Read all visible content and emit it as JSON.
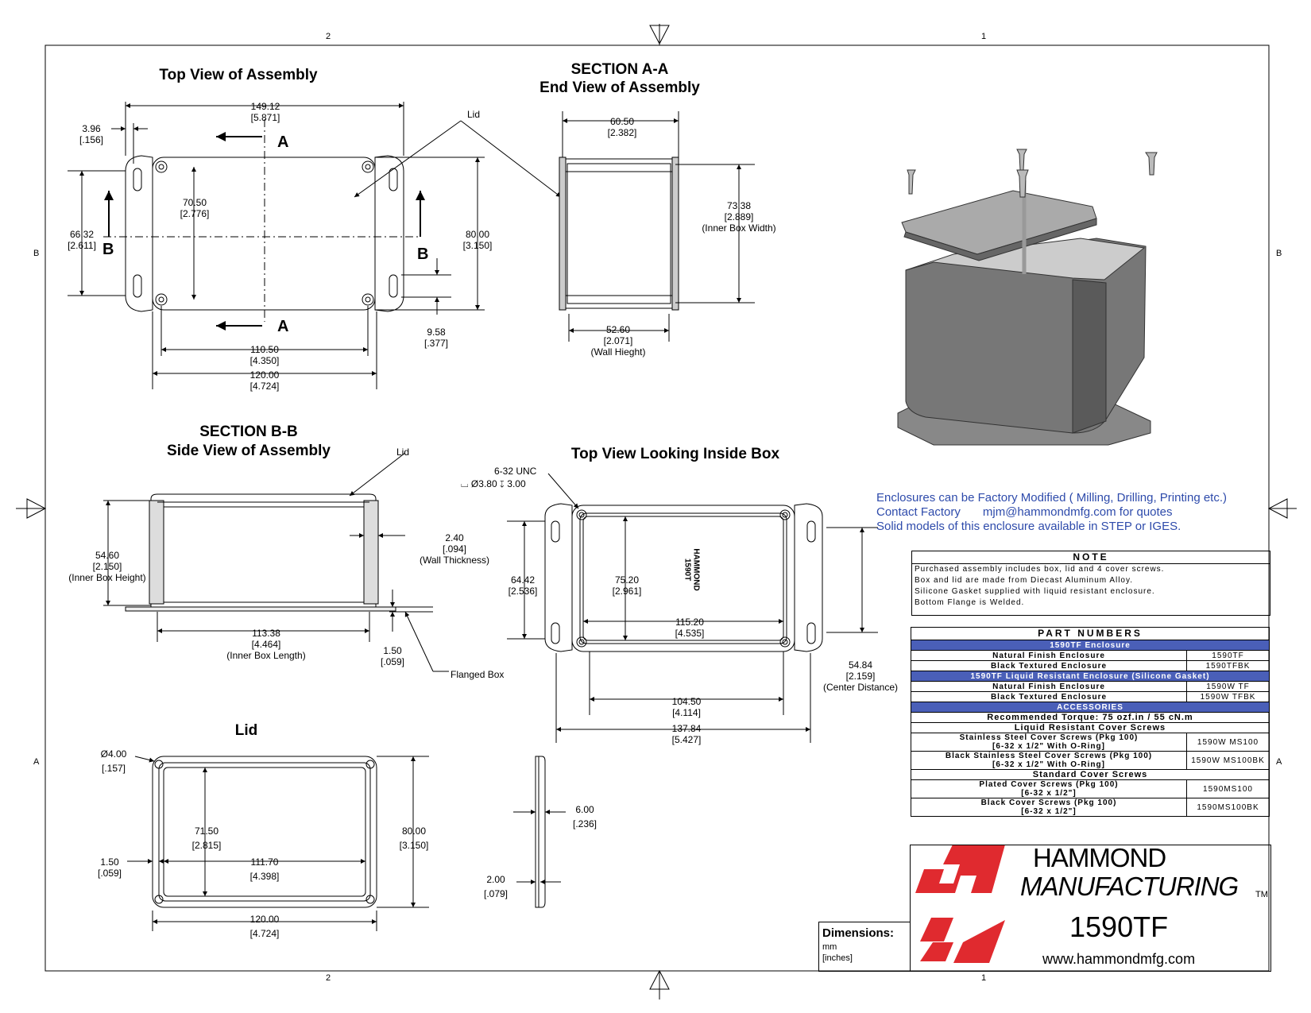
{
  "zones": {
    "top_left": "2",
    "top_right": "1",
    "bottom_left": "2",
    "bottom_right": "1",
    "left_top": "B",
    "left_bottom": "A",
    "right_top": "B",
    "right_bottom": "A"
  },
  "views": {
    "top_view": {
      "title": "Top View of Assembly",
      "section_mark_a": "A",
      "section_mark_b": "B"
    },
    "section_aa": {
      "title_line1": "SECTION A-A",
      "title_line2": "End View of Assembly",
      "lid_label": "Lid"
    },
    "section_bb": {
      "title_line1": "SECTION B-B",
      "title_line2": "Side View of Assembly",
      "lid_label": "Lid",
      "flanged_box_label": "Flanged Box"
    },
    "inside_view": {
      "title": "Top View Looking Inside Box",
      "hole_callout_1": "6-32 UNC",
      "hole_callout_2": "⌴ Ø3.80 ↧ 3.00",
      "stamp_1": "HAMMOND",
      "stamp_2": "1590T"
    },
    "lid_view": {
      "title": "Lid"
    }
  },
  "dimensions": {
    "d14912": [
      "149.12",
      "[5.871]"
    ],
    "d396": [
      "3.96",
      "[.156]"
    ],
    "d7050": [
      "70.50",
      "[2.776]"
    ],
    "d6632": [
      "66.32",
      "[2.611]"
    ],
    "d8000a": [
      "80.00",
      "[3.150]"
    ],
    "d958": [
      "9.58",
      "[.377]"
    ],
    "d11050": [
      "110.50",
      "[4.350]"
    ],
    "d12000a": [
      "120.00",
      "[4.724]"
    ],
    "d6050": [
      "60.50",
      "[2.382]"
    ],
    "d7338": [
      "73.38",
      "[2.889]",
      "(Inner Box Width)"
    ],
    "d5260": [
      "52.60",
      "[2.071]",
      "(Wall Hieght)"
    ],
    "d5460": [
      "54.60",
      "[2.150]",
      "(Inner Box Height)"
    ],
    "d240": [
      "2.40",
      "[.094]",
      "(Wall Thickness)"
    ],
    "d11338": [
      "113.38",
      "[4.464]",
      "(Inner Box Length)"
    ],
    "d150a": [
      "1.50",
      "[.059]"
    ],
    "d6442": [
      "64.42",
      "[2.536]"
    ],
    "d7520": [
      "75.20",
      "[2.961]"
    ],
    "d11520": [
      "115.20",
      "[4.535]"
    ],
    "d5484": [
      "54.84",
      "[2.159]",
      "(Center Distance)"
    ],
    "d10450": [
      "104.50",
      "[4.114]"
    ],
    "d13784": [
      "137.84",
      "[5.427]"
    ],
    "d400": [
      "Ø4.00",
      "[.157]"
    ],
    "d7150": [
      "71.50",
      "[2.815]"
    ],
    "d11170": [
      "111.70",
      "[4.398]"
    ],
    "d8000b": [
      "80.00",
      "[3.150]"
    ],
    "d150b": [
      "1.50",
      "[.059]"
    ],
    "d12000b": [
      "120.00",
      "[4.724]"
    ],
    "d600": [
      "6.00",
      "[.236]"
    ],
    "d200": [
      "2.00",
      "[.079]"
    ]
  },
  "factory_note": {
    "line1": "Enclosures can be Factory Modified ( Milling, Drilling, Printing etc.)",
    "line2_label": "Contact Factory",
    "line2_email": "mjm@hammondmfg.com for quotes",
    "line3": "Solid models of this enclosure available in STEP or IGES."
  },
  "note": {
    "title": "NOTE",
    "lines": [
      "Purchased assembly includes box, lid and 4 cover screws.",
      "Box and lid are made from Diecast Aluminum Alloy.",
      "Silicone Gasket supplied with liquid resistant enclosure.",
      "Bottom Flange is Welded."
    ]
  },
  "parts": {
    "title": "PART NUMBERS",
    "group1": "1590TF Enclosure",
    "r1_desc": "Natural Finish Enclosure",
    "r1_code": "1590TF",
    "r2_desc": "Black Textured Enclosure",
    "r2_code": "1590TFBK",
    "group2": "1590TF Liquid Resistant Enclosure (Silicone Gasket)",
    "r3_desc": "Natural Finish Enclosure",
    "r3_code": "1590W TF",
    "r4_desc": "Black Textured Enclosure",
    "r4_code": "1590W TFBK",
    "accessories": "ACCESSORIES",
    "torque": "Recommended Torque: 75 ozf.in / 55 cN.m",
    "lr_screws": "Liquid Resistant Cover Screws",
    "r5_desc1": "Stainless Steel Cover Screws (Pkg 100)",
    "r5_desc2": "[6-32 x 1/2\" With O-Ring]",
    "r5_code": "1590W MS100",
    "r6_desc1": "Black Stainless Steel Cover Screws (Pkg 100)",
    "r6_desc2": "[6-32 x 1/2\" With O-Ring]",
    "r6_code": "1590W MS100BK",
    "std_screws": "Standard Cover Screws",
    "r7_desc1": "Plated Cover Screws (Pkg 100)",
    "r7_desc2": "[6-32 x 1/2\"]",
    "r7_code": "1590MS100",
    "r8_desc1": "Black Cover Screws (Pkg 100)",
    "r8_desc2": "[6-32 x 1/2\"]",
    "r8_code": "1590MS100BK"
  },
  "title_block": {
    "company_1": "HAMMOND",
    "company_2": "MANUFACTURING",
    "tm": "TM",
    "part": "1590TF",
    "website": "www.hammondmfg.com",
    "brand_red": "#e02a2f"
  },
  "dimensions_legend": {
    "title": "Dimensions:",
    "unit1": "mm",
    "unit2": "[inches]"
  }
}
